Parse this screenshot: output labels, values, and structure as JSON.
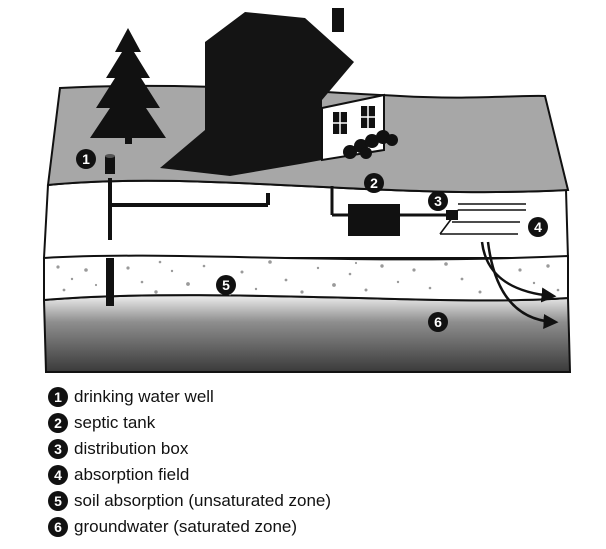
{
  "colors": {
    "ground": "#a7a7a7",
    "house": "#141414",
    "soil_dots": "#9a9a9a",
    "groundwater_top": "#f2f2f2",
    "groundwater_bottom": "#3e3e3e",
    "badge": "#111111"
  },
  "icons": [
    "tree-icon",
    "house-icon",
    "shrub-icon",
    "well-cap-icon",
    "septic-tank-icon",
    "distribution-box-icon",
    "flow-arrow-icon"
  ],
  "diagram": {
    "markers": [
      {
        "num": "1"
      },
      {
        "num": "2"
      },
      {
        "num": "3"
      },
      {
        "num": "4"
      },
      {
        "num": "5"
      },
      {
        "num": "6"
      }
    ]
  },
  "legend": {
    "items": [
      {
        "num": "1",
        "label": "drinking water well"
      },
      {
        "num": "2",
        "label": "septic tank"
      },
      {
        "num": "3",
        "label": "distribution box"
      },
      {
        "num": "4",
        "label": "absorption field"
      },
      {
        "num": "5",
        "label": "soil absorption (unsaturated zone)"
      },
      {
        "num": "6",
        "label": "groundwater (saturated zone)"
      }
    ]
  }
}
